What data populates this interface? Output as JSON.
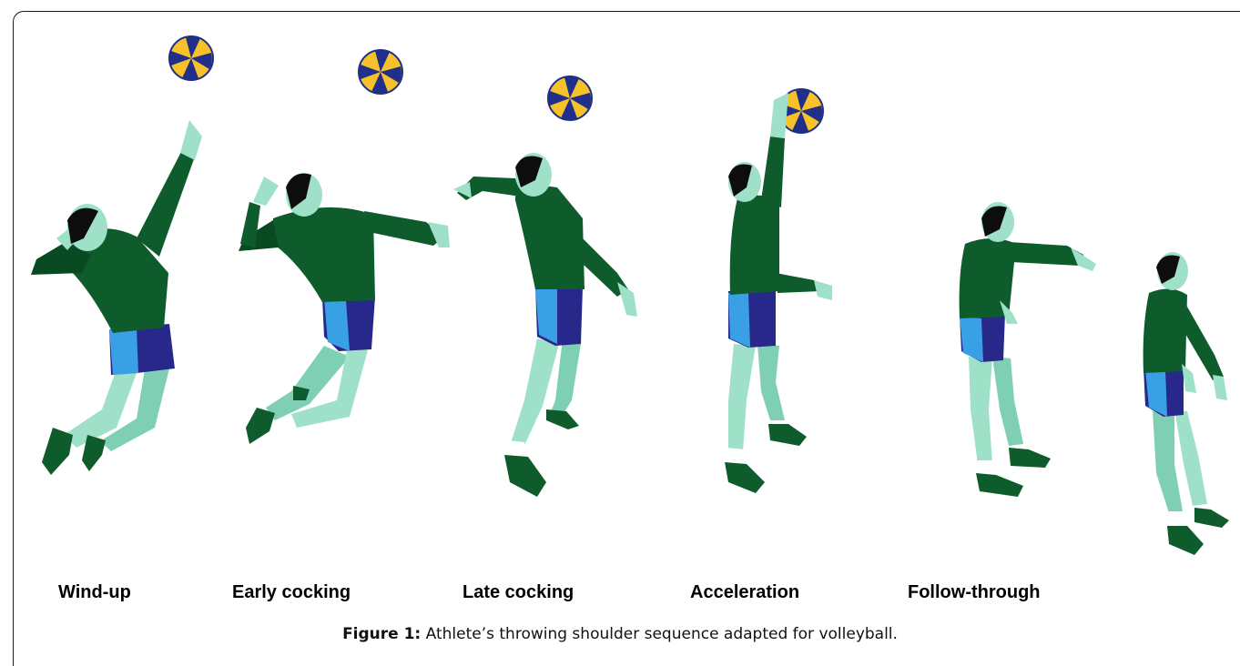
{
  "figure": {
    "stages": [
      {
        "label": "Wind-up"
      },
      {
        "label": "Early cocking"
      },
      {
        "label": "Late cocking"
      },
      {
        "label": "Acceleration"
      },
      {
        "label": "Follow-through"
      }
    ],
    "caption_label": "Figure 1:",
    "caption_text": "Athlete’s throwing shoulder sequence adapted for volleyball."
  },
  "colors": {
    "shirt": "#0e5c2c",
    "shirt_shade": "#0a4a22",
    "skin": "#9fe0c9",
    "skin_shade": "#6fbfa6",
    "hair": "#0d0d0d",
    "shorts_dark": "#27288a",
    "shorts_light": "#3aa0e6",
    "shoe": "#0e5c2c",
    "sock": "#ffffff",
    "ball_yellow": "#f7c12a",
    "ball_blue": "#1f2f8a"
  }
}
